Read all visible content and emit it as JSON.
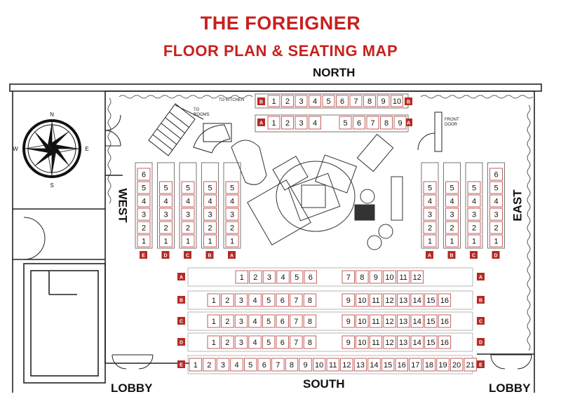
{
  "title": "THE FOREIGNER",
  "subtitle": "FLOOR PLAN & SEATING MAP",
  "directions": {
    "north": "NORTH",
    "south": "SOUTH",
    "east": "EAST",
    "west": "WEST"
  },
  "lobby": {
    "left": "LOBBY",
    "right": "LOBBY"
  },
  "compass": {
    "n": "N",
    "s": "S",
    "e": "E",
    "w": "W"
  },
  "labels": {
    "kitchen": "TO KITCHEN",
    "rooms": "TO ROOMS",
    "front_door": "FRONT DOOR"
  },
  "colors": {
    "title": "#c8201f",
    "row_badge": "#b52a25",
    "outline": "#222222",
    "seat_border": "#b33a34"
  },
  "north_rows": [
    {
      "row": "B",
      "seats": [
        "1",
        "2",
        "3",
        "4",
        "5",
        "6",
        "7",
        "8",
        "9",
        "10"
      ]
    },
    {
      "row": "A",
      "seats_left": [
        "1",
        "2",
        "3",
        "4"
      ],
      "seats_right": [
        "5",
        "6",
        "7",
        "8",
        "9"
      ]
    }
  ],
  "west_sections": [
    {
      "label": "E",
      "seats": [
        "6",
        "5",
        "4",
        "3",
        "2",
        "1"
      ]
    },
    {
      "label": "D",
      "seats": [
        "5",
        "4",
        "3",
        "2",
        "1"
      ]
    },
    {
      "label": "C",
      "seats": [
        "5",
        "4",
        "3",
        "2",
        "1"
      ]
    },
    {
      "label": "B",
      "seats": [
        "5",
        "4",
        "3",
        "2",
        "1"
      ]
    },
    {
      "label": "A",
      "seats": [
        "5",
        "4",
        "3",
        "2",
        "1"
      ]
    }
  ],
  "east_sections": [
    {
      "label": "A",
      "seats": [
        "5",
        "4",
        "3",
        "2",
        "1"
      ]
    },
    {
      "label": "B",
      "seats": [
        "5",
        "4",
        "3",
        "2",
        "1"
      ]
    },
    {
      "label": "C",
      "seats": [
        "5",
        "4",
        "3",
        "2",
        "1"
      ]
    },
    {
      "label": "D",
      "seats": [
        "6",
        "5",
        "4",
        "3",
        "2",
        "1"
      ]
    }
  ],
  "south_rows": [
    {
      "row": "A",
      "left": [
        "1",
        "2",
        "3",
        "4",
        "5",
        "6"
      ],
      "right": [
        "7",
        "8",
        "9",
        "10",
        "11",
        "12"
      ]
    },
    {
      "row": "B",
      "left": [
        "1",
        "2",
        "3",
        "4",
        "5",
        "6",
        "7",
        "8"
      ],
      "right": [
        "9",
        "10",
        "11",
        "12",
        "13",
        "14",
        "15",
        "16"
      ]
    },
    {
      "row": "C",
      "left": [
        "1",
        "2",
        "3",
        "4",
        "5",
        "6",
        "7",
        "8"
      ],
      "right": [
        "9",
        "10",
        "11",
        "12",
        "13",
        "14",
        "15",
        "16"
      ]
    },
    {
      "row": "D",
      "left": [
        "1",
        "2",
        "3",
        "4",
        "5",
        "6",
        "7",
        "8"
      ],
      "right": [
        "9",
        "10",
        "11",
        "12",
        "13",
        "14",
        "15",
        "16"
      ]
    },
    {
      "row": "E",
      "seats": [
        "1",
        "2",
        "3",
        "4",
        "5",
        "6",
        "7",
        "8",
        "9",
        "10",
        "11",
        "12",
        "13",
        "14",
        "15",
        "16",
        "17",
        "18",
        "19",
        "20",
        "21"
      ]
    }
  ]
}
